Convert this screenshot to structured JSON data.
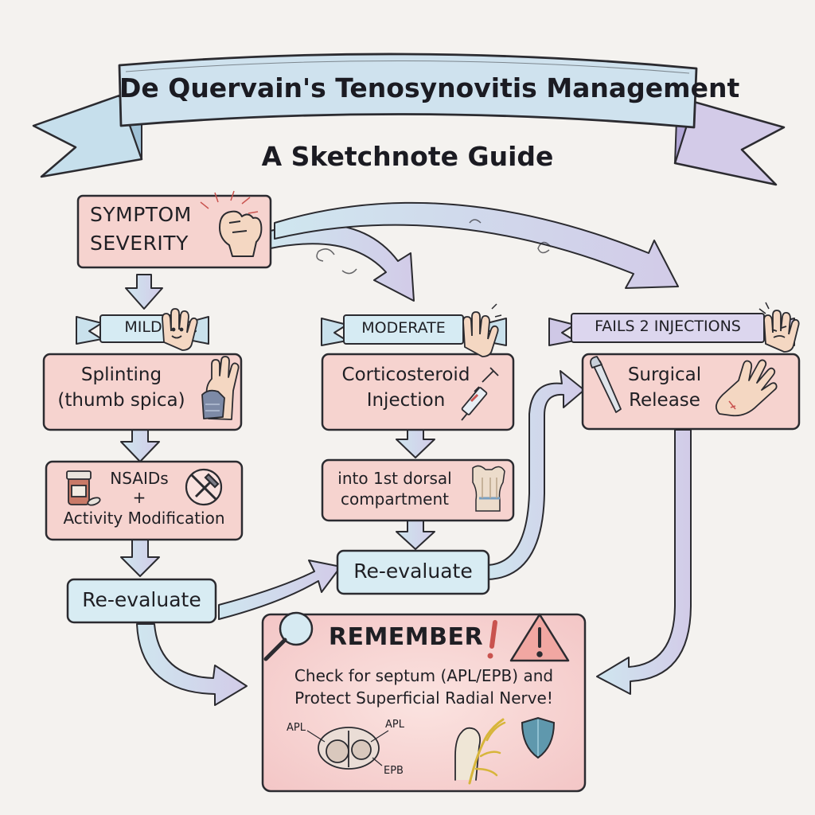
{
  "header": {
    "title": "De Quervain's Tenosynovitis Management",
    "subtitle": "A Sketchnote Guide"
  },
  "start": {
    "line1": "SYMPTOM",
    "line2": "SEVERITY"
  },
  "branches": {
    "mild": "MILD",
    "moderate": "MODERATE",
    "fails": "FAILS 2 INJECTIONS"
  },
  "mild_path": {
    "step1_line1": "Splinting",
    "step1_line2": "(thumb spica)",
    "step2_line1": "NSAIDs",
    "step2_line2": "+",
    "step2_line3": "Activity Modification",
    "reevaluate": "Re-evaluate"
  },
  "moderate_path": {
    "step1_line1": "Corticosteroid",
    "step1_line2": "Injection",
    "step2_line1": "into 1st dorsal",
    "step2_line2": "compartment",
    "reevaluate": "Re-evaluate"
  },
  "fails_path": {
    "step1_line1": "Surgical",
    "step1_line2": "Release"
  },
  "remember": {
    "heading": "REMEMBER",
    "line1": "Check for septum (APL/EPB) and",
    "line2": "Protect Superficial Radial Nerve!",
    "label_apl_left": "APL",
    "label_apl_right": "APL",
    "label_epb": "EPB"
  },
  "icons": [
    "fist-icon",
    "waving-hand-icon",
    "raised-hand-icon",
    "distressed-hand-icon",
    "wrist-splint-icon",
    "syringe-icon",
    "scalpel-icon",
    "open-hand-icon",
    "pill-bottle-icon",
    "no-hammer-icon",
    "wrist-anatomy-icon",
    "magnifier-icon",
    "warning-icon",
    "tendon-cross-section-icon",
    "nerve-icon",
    "shield-icon"
  ],
  "colors": {
    "box_pink": "#f6d3cf",
    "box_blue": "#d8ecf3",
    "banner_blue": "#bfdbe8",
    "arrow_blue": "#c9e3ee",
    "arrow_lavender": "#cfc8e6",
    "outline": "#2b2b30",
    "warning_red": "#c9534f"
  }
}
